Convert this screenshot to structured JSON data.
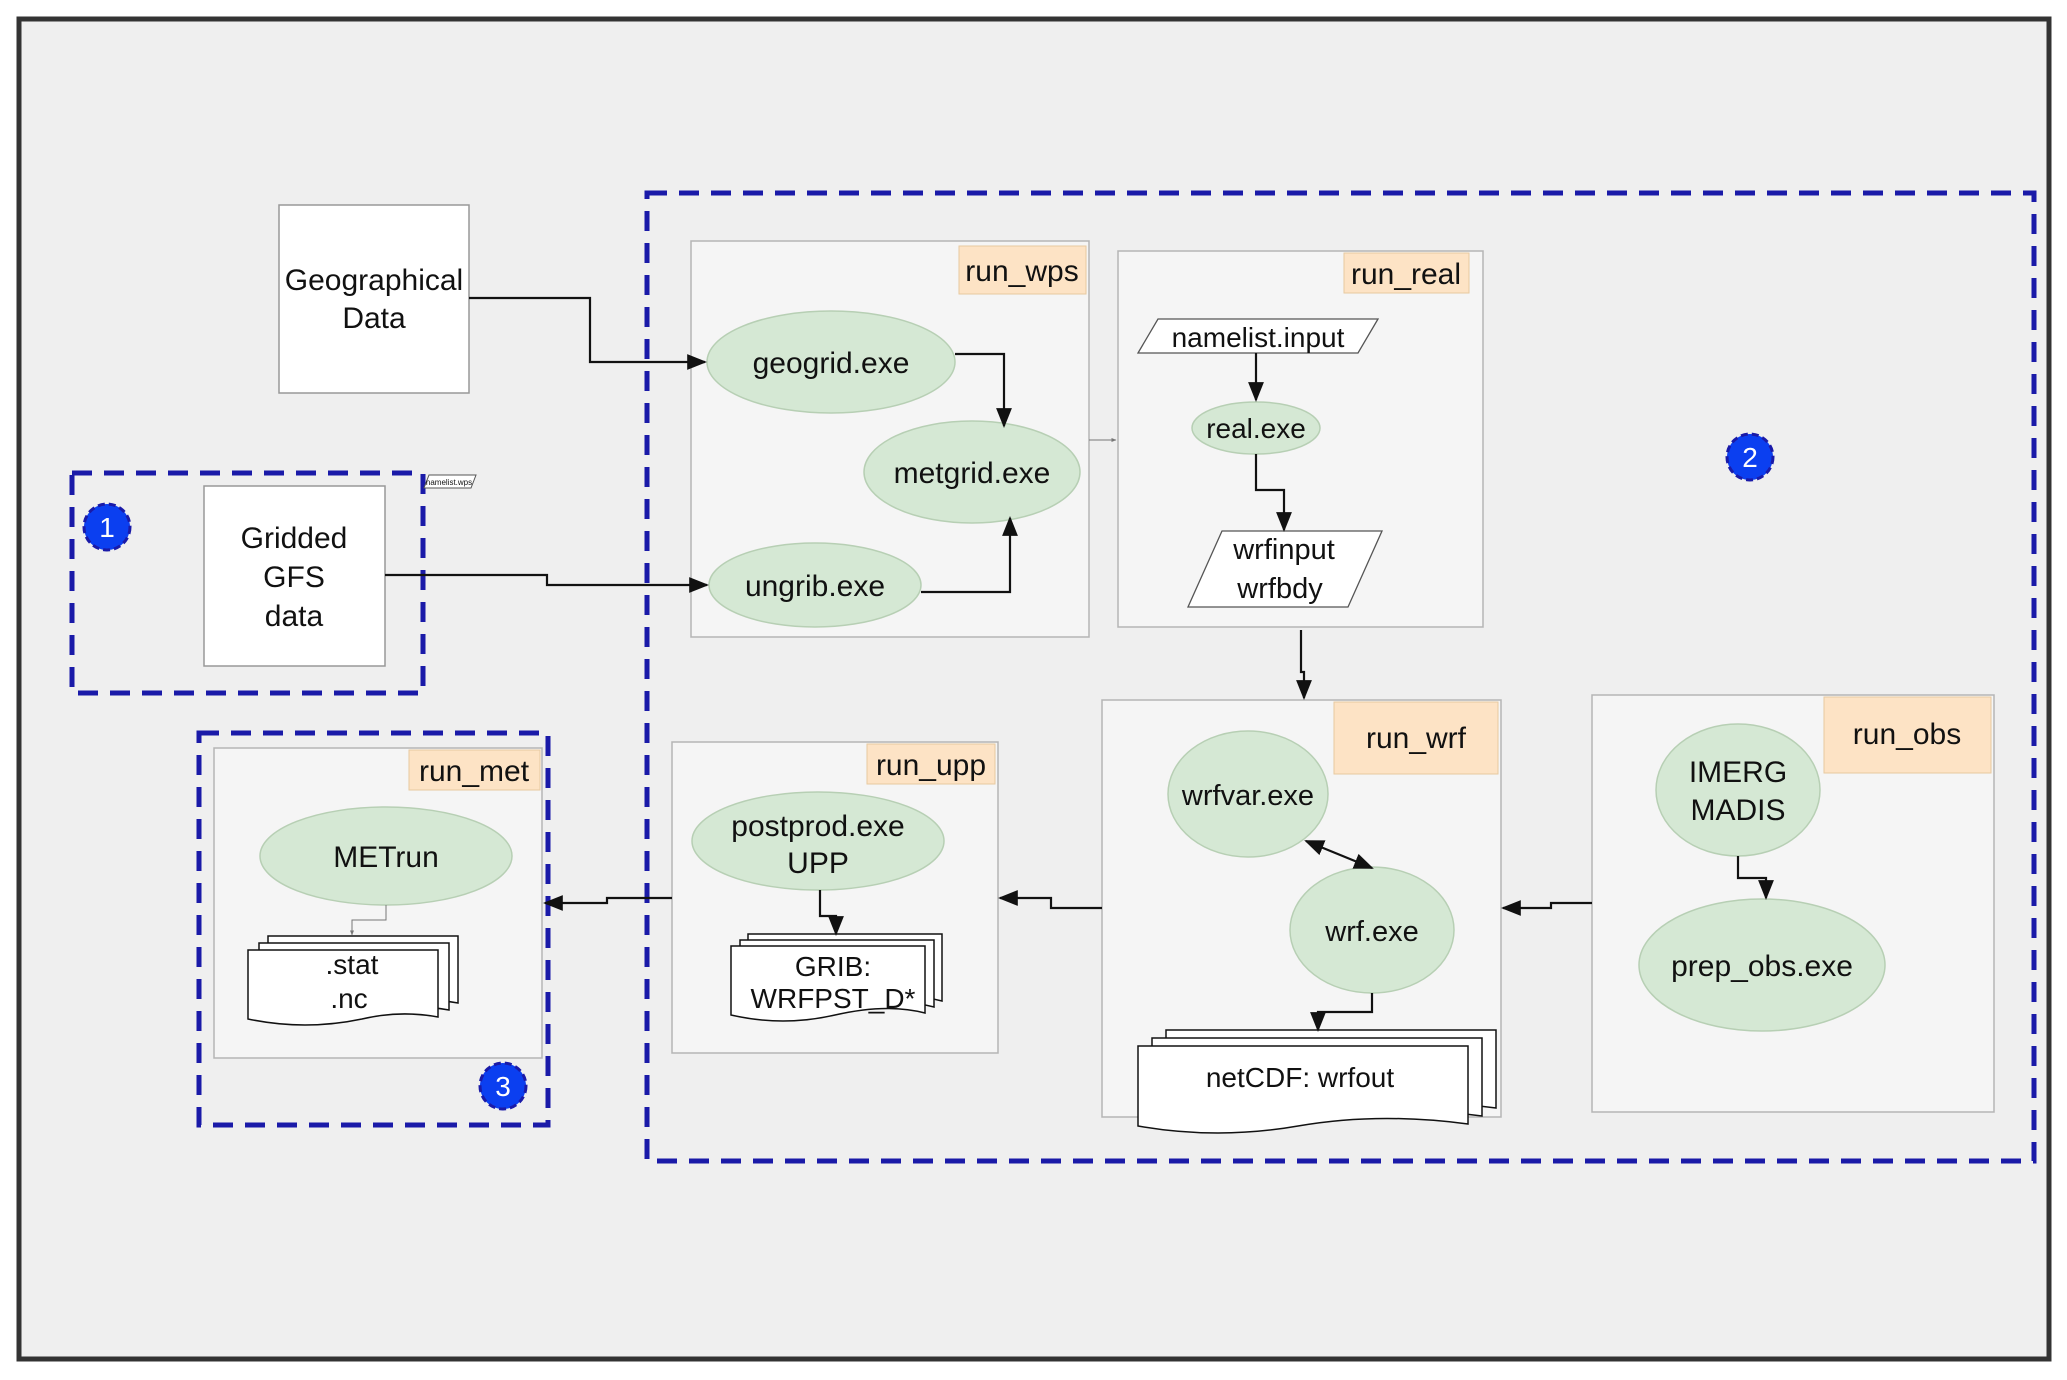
{
  "sources": {
    "geographical": [
      "Geographical",
      "Data"
    ],
    "gridded": [
      "Gridded",
      "GFS",
      "data"
    ],
    "namelist_wps": "namelist.wps"
  },
  "badges": {
    "one": "1",
    "two": "2",
    "three": "3"
  },
  "run_wps": {
    "label": "run_wps",
    "geogrid": "geogrid.exe",
    "metgrid": "metgrid.exe",
    "ungrib": "ungrib.exe"
  },
  "run_real": {
    "label": "run_real",
    "namelist_input": "namelist.input",
    "real": "real.exe",
    "outputs": [
      "wrfinput",
      "wrfbdy"
    ]
  },
  "run_wrf": {
    "label": "run_wrf",
    "wrfvar": "wrfvar.exe",
    "wrf": "wrf.exe",
    "output": "netCDF: wrfout"
  },
  "run_obs": {
    "label": "run_obs",
    "sources": [
      "IMERG",
      "MADIS"
    ],
    "prep": "prep_obs.exe"
  },
  "run_upp": {
    "label": "run_upp",
    "exe": [
      "postprod.exe",
      "UPP"
    ],
    "output": [
      "GRIB:",
      "WRFPST_D*"
    ]
  },
  "run_met": {
    "label": "run_met",
    "exe": "METrun",
    "output": [
      ".stat",
      ".nc"
    ]
  },
  "colors": {
    "page": "#efefef",
    "frame": "#333333",
    "dashed": "#1a1aa8",
    "module_fill": "#f5f5f5",
    "module_stroke": "#b5b5b5",
    "label_fill": "#fde3c5",
    "ellipse_fill": "#d5e8d4",
    "ellipse_stroke": "#b7cfb4",
    "badge": "#0b3ff0"
  }
}
